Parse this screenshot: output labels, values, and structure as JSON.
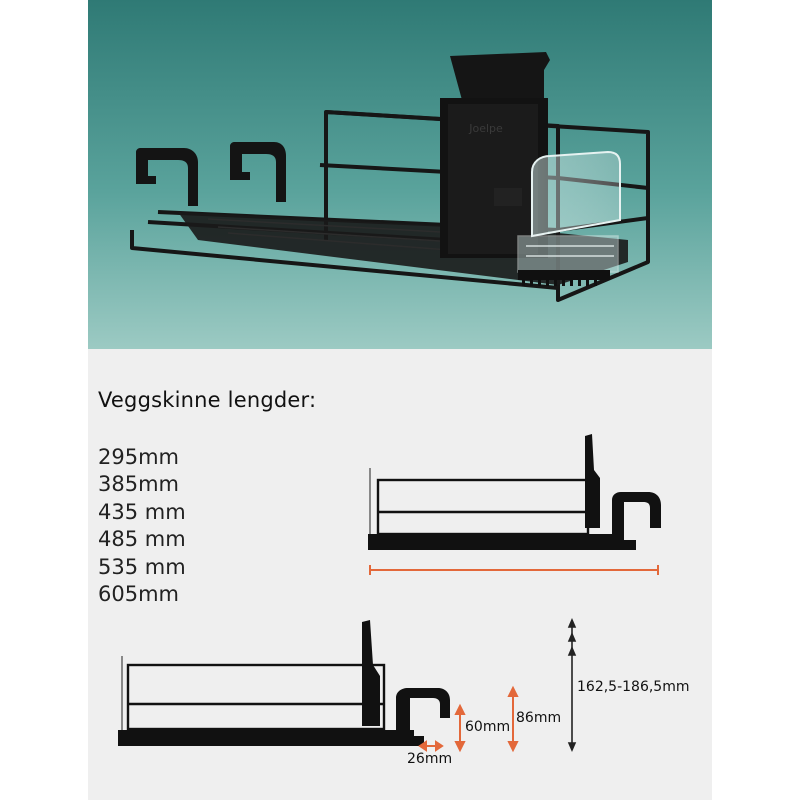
{
  "photo": {
    "brand_text": "Joelpe",
    "background_color": "#3f8a86",
    "product_color": "#1c1c1c"
  },
  "title": "Veggskinne lengder:",
  "lengths": [
    "295mm",
    "385mm",
    "435 mm",
    "485 mm",
    "535 mm",
    "605mm"
  ],
  "dimensions": {
    "width_lower": "26mm",
    "height_a": "60mm",
    "height_b": "86mm",
    "height_total": "162,5-186,5mm"
  },
  "colors": {
    "dimension_arrow": "#e3683a",
    "dark_arrow": "#222222",
    "drawing": "#111111"
  }
}
